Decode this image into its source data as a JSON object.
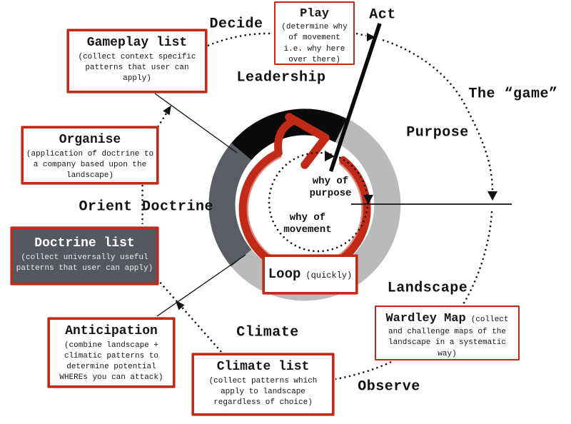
{
  "colors": {
    "accent_red": "#c12a16",
    "ring_black": "#0a0a0a",
    "ring_dark_gray": "#5a5d63",
    "ring_light_gray": "#b9bbbb",
    "box_dark_bg": "#55585e",
    "line_black": "#111111"
  },
  "labels": {
    "decide": "Decide",
    "act": "Act",
    "leadership": "Leadership",
    "purpose": "Purpose",
    "the_game": "The “game”",
    "orient": "Orient",
    "doctrine": "Doctrine",
    "landscape": "Landscape",
    "climate": "Climate",
    "observe": "Observe",
    "why_of_purpose": "why of\npurpose",
    "why_of_movement": "why of\nmovement"
  },
  "boxes": {
    "play": {
      "title": "Play",
      "body": "(determine why\nof movement\ni.e. why here\nover there)"
    },
    "gameplay_list": {
      "title": "Gameplay list",
      "body": "(collect context specific\npatterns that user can\napply)"
    },
    "organise": {
      "title": "Organise",
      "body": "(application of doctrine to\na company based upon the\nlandscape)"
    },
    "doctrine_list": {
      "title": "Doctrine list",
      "body": "(collect universally useful\npatterns that user can apply)"
    },
    "anticipation": {
      "title": "Anticipation",
      "body": "(combine landscape +\nclimatic patterns to\ndetermine potential\nWHEREs you can attack)"
    },
    "climate_list": {
      "title": "Climate list",
      "body": "(collect patterns which\napply to landscape\nregardless of choice)"
    },
    "wardley_map": {
      "title": "Wardley Map",
      "inline": "(collect",
      "body": "and challenge maps of the\nlandscape in a systematic\nway)"
    },
    "loop": {
      "title": "Loop",
      "inline": "(quickly)"
    }
  }
}
